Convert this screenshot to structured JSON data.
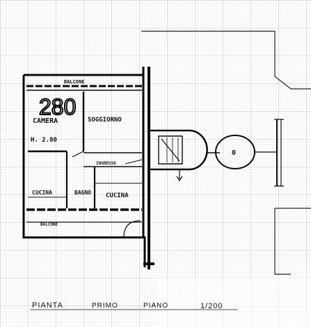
{
  "drawing": {
    "sheet_number": "280",
    "colors": {
      "ink": "#0a0a0a",
      "grid": "#9a9a9a",
      "paper": "#ffffff"
    },
    "rooms": {
      "balcony_top": "BALCONE",
      "bedroom": "CAMERA",
      "living_room": "SOGGIORNO",
      "height": "H. 2.80",
      "hallway": "INGRESSO",
      "kitchenette": "CUCINA",
      "bathroom": "BAGNO",
      "kitchen": "CUCINA",
      "balcony_bottom": "BALCONE"
    },
    "shaft_label": "0",
    "caption": {
      "title": "PIANTA",
      "floor": "PRIMO",
      "word": "PIANO",
      "scale": "1/200"
    }
  }
}
